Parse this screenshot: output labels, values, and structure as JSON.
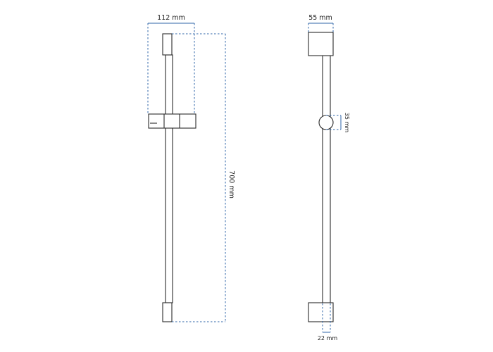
{
  "dimensions": {
    "width_top": "112 mm",
    "height_total": "700 mm",
    "depth_top": "55 mm",
    "bar_diameter": "35 mm",
    "depth_bottom": "22 mm"
  },
  "colors": {
    "outline": "#2a2a2a",
    "dimension_line": "#2f66a8",
    "background": "#ffffff"
  }
}
